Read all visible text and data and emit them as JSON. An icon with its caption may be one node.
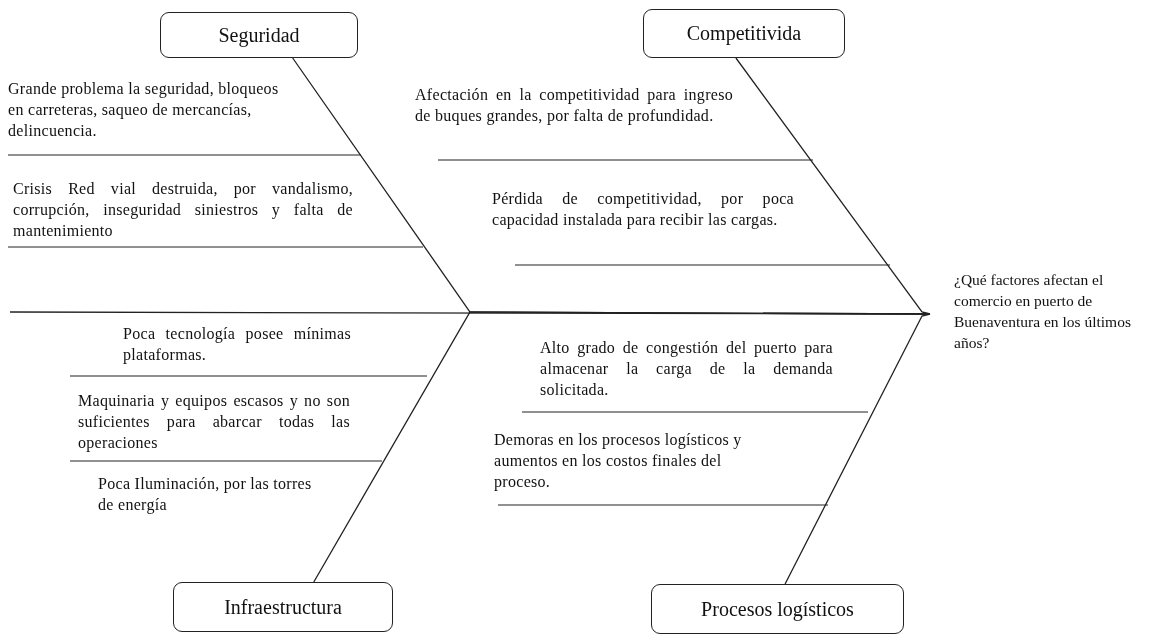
{
  "diagram": {
    "nodes": [
      {
        "text": [
          "Seguridad"
        ]
      },
      {
        "text": [
          "Competitivida"
        ]
      },
      {
        "text": [
          "Infraestructura"
        ]
      },
      {
        "text": [
          "Procesos logísticos"
        ]
      },
      {
        "text": [
          "¿Qué factores afectan el comercio en puerto de Buenaventura en los últimos años?"
        ]
      }
    ],
    "edges": [
      {
        "from": 0,
        "to": 4,
        "arrow": "none"
      },
      {
        "from": 1,
        "to": 4,
        "arrow": "none"
      },
      {
        "from": 2,
        "to": 4,
        "arrow": "none"
      },
      {
        "from": 3,
        "to": 4,
        "arrow": "none"
      },
      {
        "from": null,
        "to": 4,
        "arrow": "none"
      }
    ],
    "labels": [
      "Grande problema la seguridad, bloqueos en carreteras, saqueo de mercancías, delincuencia.",
      "Crisis Red vial destruida, por vandalismo, corrupción, inseguridad siniestros y falta de mantenimiento",
      "Afectación en la competitividad para ingreso de buques grandes, por falta de profundidad.",
      "Pérdida de competitividad, por poca capacidad instalada para recibir las cargas.",
      "Poca tecnología posee mínimas plataformas.",
      "Maquinaria y equipos escasos y no son suficientes para abarcar todas las operaciones",
      "Poca Iluminación, por las torres de energía",
      "Alto grado de congestión del puerto para almacenar la carga de la demanda solicitada.",
      "Demoras en los procesos logísticos y aumentos en los costos finales del proceso."
    ]
  }
}
